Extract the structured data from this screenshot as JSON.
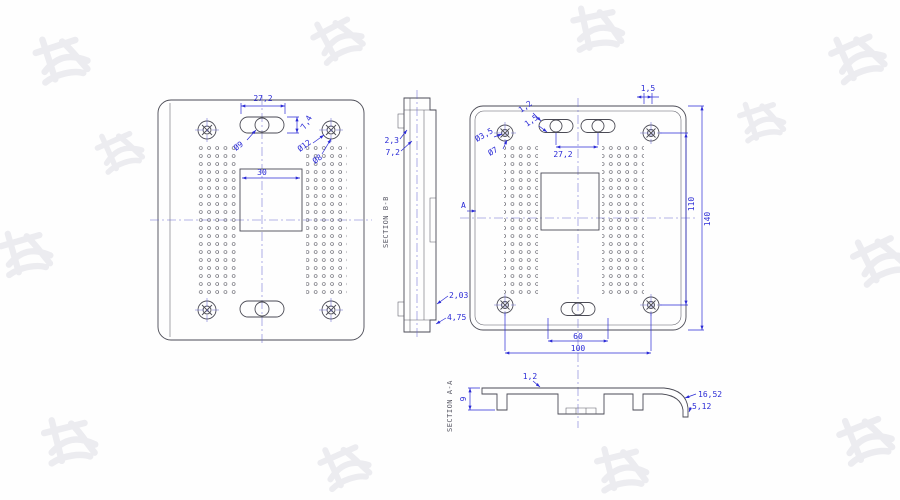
{
  "drawing": {
    "front": {
      "slot_width": "27,2",
      "slot_height": "7,4",
      "hole_d": "Ø9",
      "boss_outer_d": "Ø12",
      "boss_inner_d": "Ø8",
      "square": "30"
    },
    "section_b": {
      "label": "SECTION B-B",
      "wall_1": "2,3",
      "wall_2": "7,2",
      "wall_3": "2,03",
      "wall_4": "4,75"
    },
    "back": {
      "rib_1": "1,2",
      "rib_2": "1,5",
      "hole_inner_d": "Ø3,5",
      "hole_outer_d": "Ø7",
      "slot_width": "27,2",
      "top_edge": "1,5",
      "height_inner": "110",
      "height_outer": "140",
      "width_inner": "60",
      "width_outer": "100",
      "section_marker": "A"
    },
    "section_a": {
      "label": "SECTION A-A",
      "wall": "1,2",
      "height": "9",
      "radius": "16,52",
      "lip": "5,12"
    },
    "colors": {
      "dimension": "#2b2bd6",
      "geometry": "#4b4b55"
    }
  }
}
